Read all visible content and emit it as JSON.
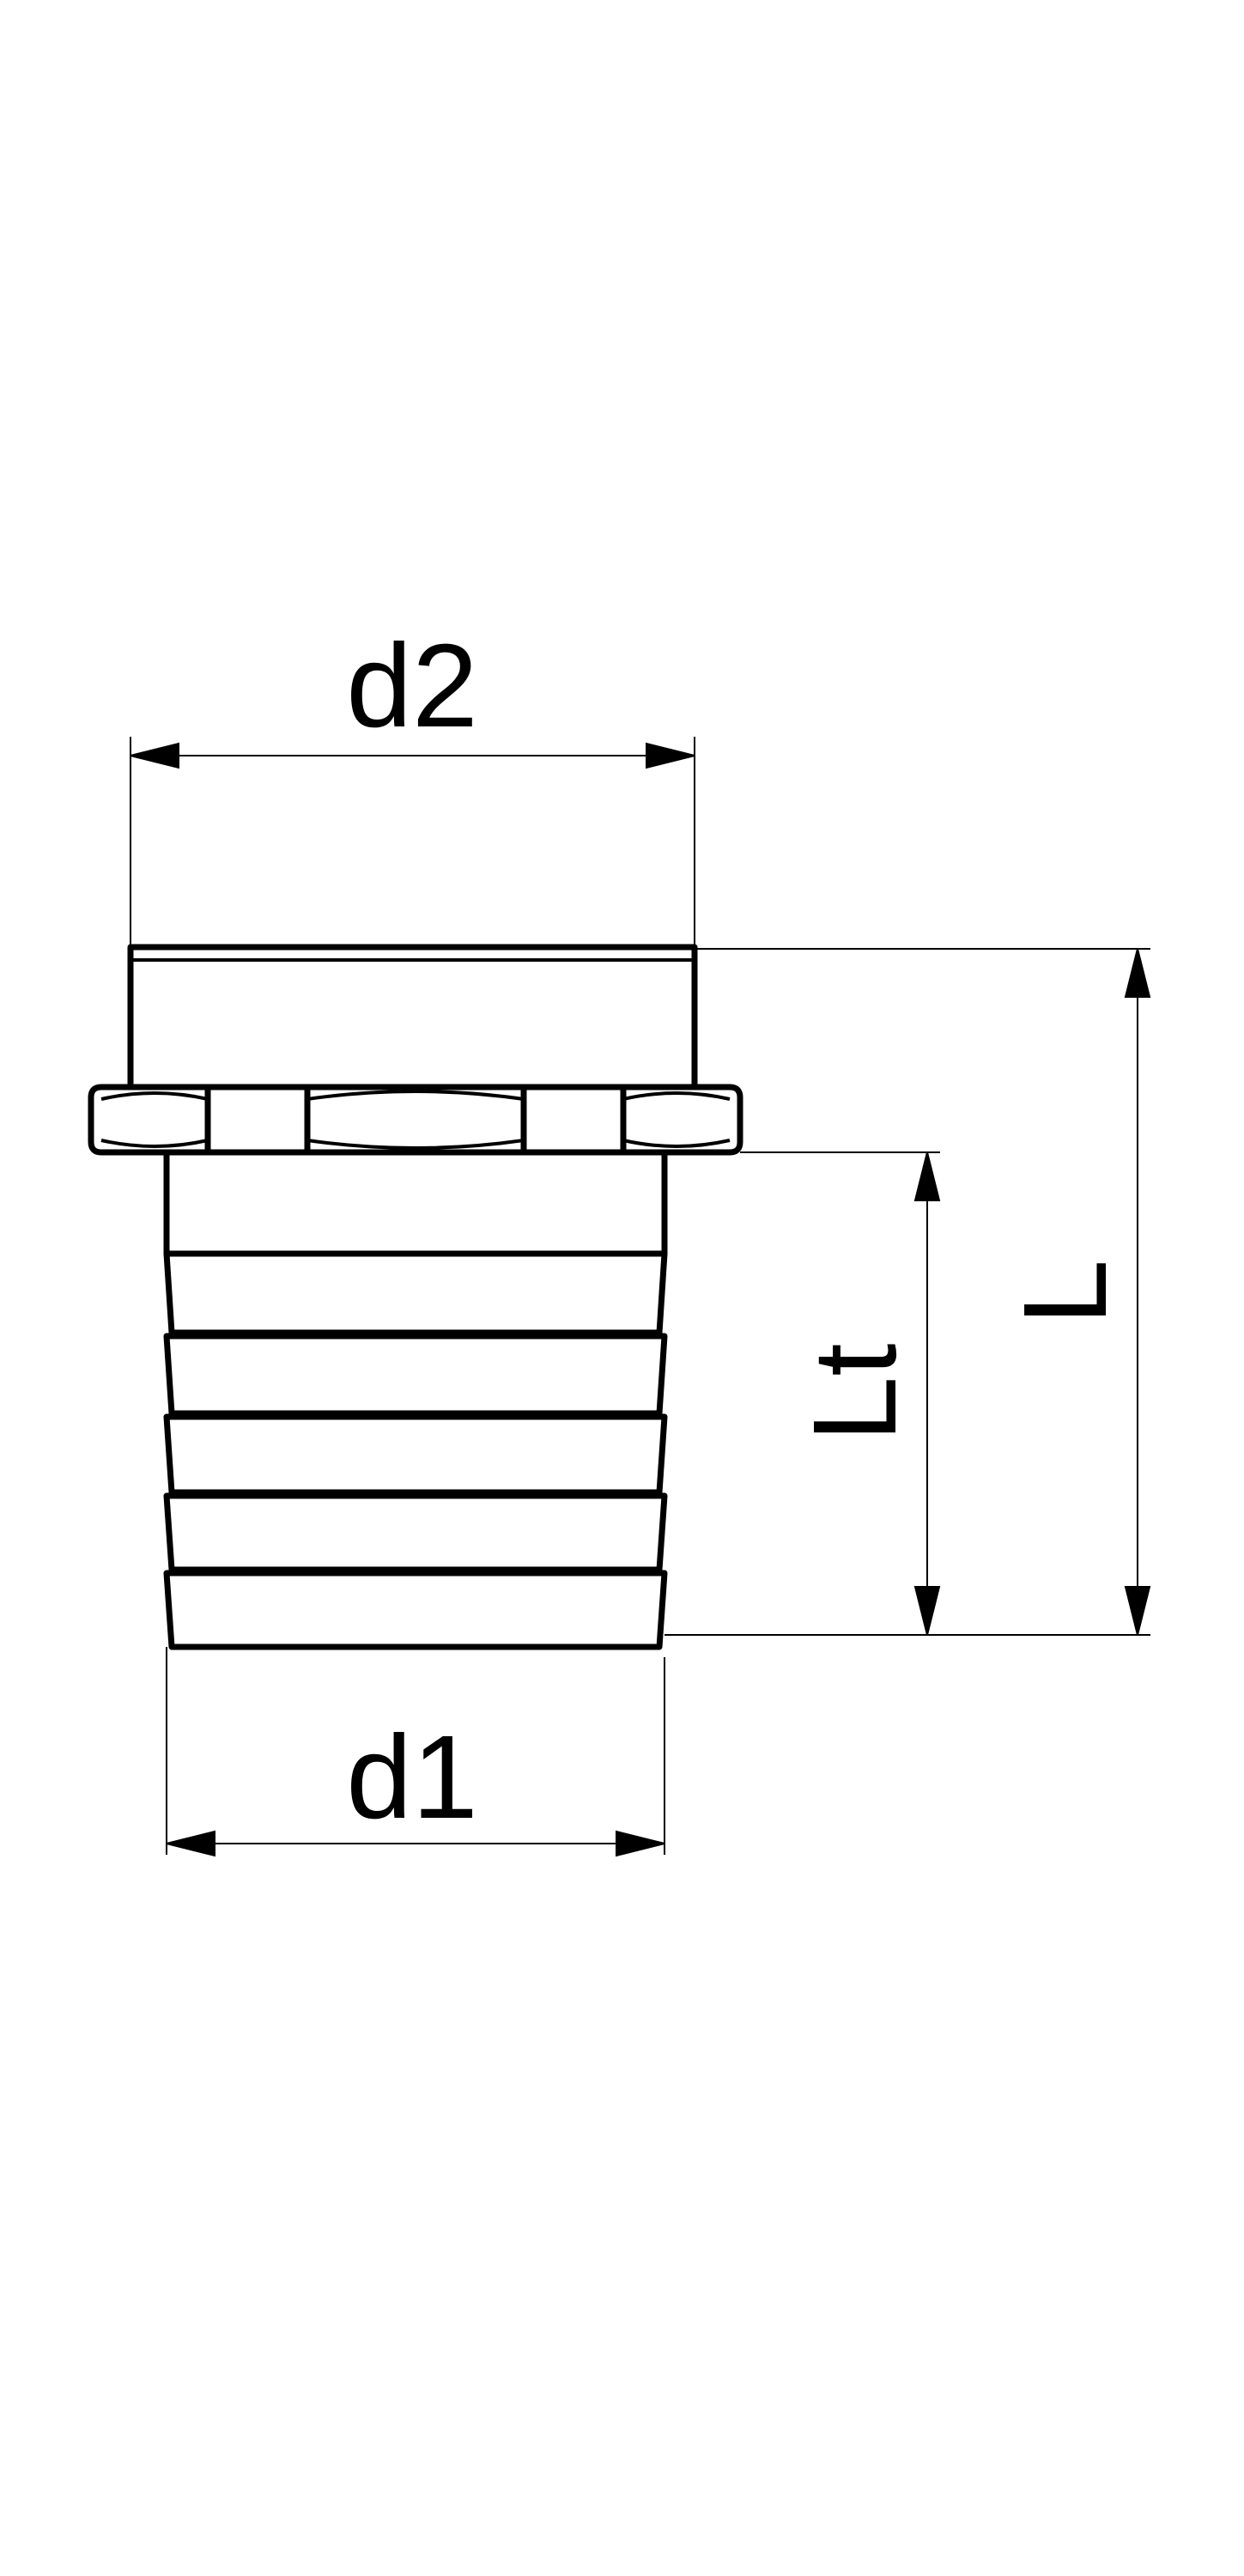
{
  "drawing": {
    "labels": {
      "d2": "d2",
      "d1": "d1",
      "L": "L",
      "Lt": "Lt"
    },
    "colors": {
      "line": "#000000",
      "background": "#ffffff"
    }
  }
}
